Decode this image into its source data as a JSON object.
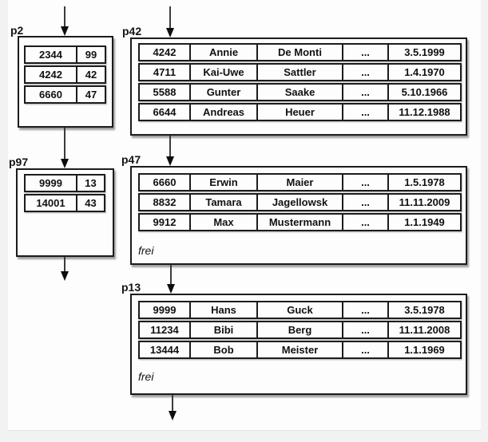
{
  "pages": {
    "p2": {
      "label": "p2",
      "kind": "index",
      "rows": [
        [
          "2344",
          "99"
        ],
        [
          "4242",
          "42"
        ],
        [
          "6660",
          "47"
        ]
      ]
    },
    "p42": {
      "label": "p42",
      "kind": "data",
      "rows": [
        [
          "4242",
          "Annie",
          "De Monti",
          "...",
          "3.5.1999"
        ],
        [
          "4711",
          "Kai-Uwe",
          "Sattler",
          "...",
          "1.4.1970"
        ],
        [
          "5588",
          "Gunter",
          "Saake",
          "...",
          "5.10.1966"
        ],
        [
          "6644",
          "Andreas",
          "Heuer",
          "...",
          "11.12.1988"
        ]
      ]
    },
    "p97": {
      "label": "p97",
      "kind": "index",
      "rows": [
        [
          "9999",
          "13"
        ],
        [
          "14001",
          "43"
        ]
      ]
    },
    "p47": {
      "label": "p47",
      "kind": "data",
      "free_label": "frei",
      "rows": [
        [
          "6660",
          "Erwin",
          "Maier",
          "...",
          "1.5.1978"
        ],
        [
          "8832",
          "Tamara",
          "Jagellowsk",
          "...",
          "11.11.2009"
        ],
        [
          "9912",
          "Max",
          "Mustermann",
          "...",
          "1.1.1949"
        ]
      ]
    },
    "p13": {
      "label": "p13",
      "kind": "data",
      "free_label": "frei",
      "rows": [
        [
          "9999",
          "Hans",
          "Guck",
          "...",
          "3.5.1978"
        ],
        [
          "11234",
          "Bibi",
          "Berg",
          "...",
          "11.11.2008"
        ],
        [
          "13444",
          "Bob",
          "Meister",
          "...",
          "1.1.1969"
        ]
      ]
    }
  },
  "connections": [
    {
      "from": "offscreen-top",
      "to": "p2"
    },
    {
      "from": "offscreen-top",
      "to": "p42"
    },
    {
      "from": "p2",
      "to": "p97"
    },
    {
      "from": "p42",
      "to": "p47"
    },
    {
      "from": "p97",
      "to": "offscreen-bottom"
    },
    {
      "from": "p47",
      "to": "p13"
    },
    {
      "from": "p13",
      "to": "offscreen-bottom"
    }
  ],
  "colors": {
    "line": "#1c1c1c",
    "text": "#111111",
    "page_bg": "#fdfdfd",
    "surround_bg": "#f2f2f2"
  }
}
